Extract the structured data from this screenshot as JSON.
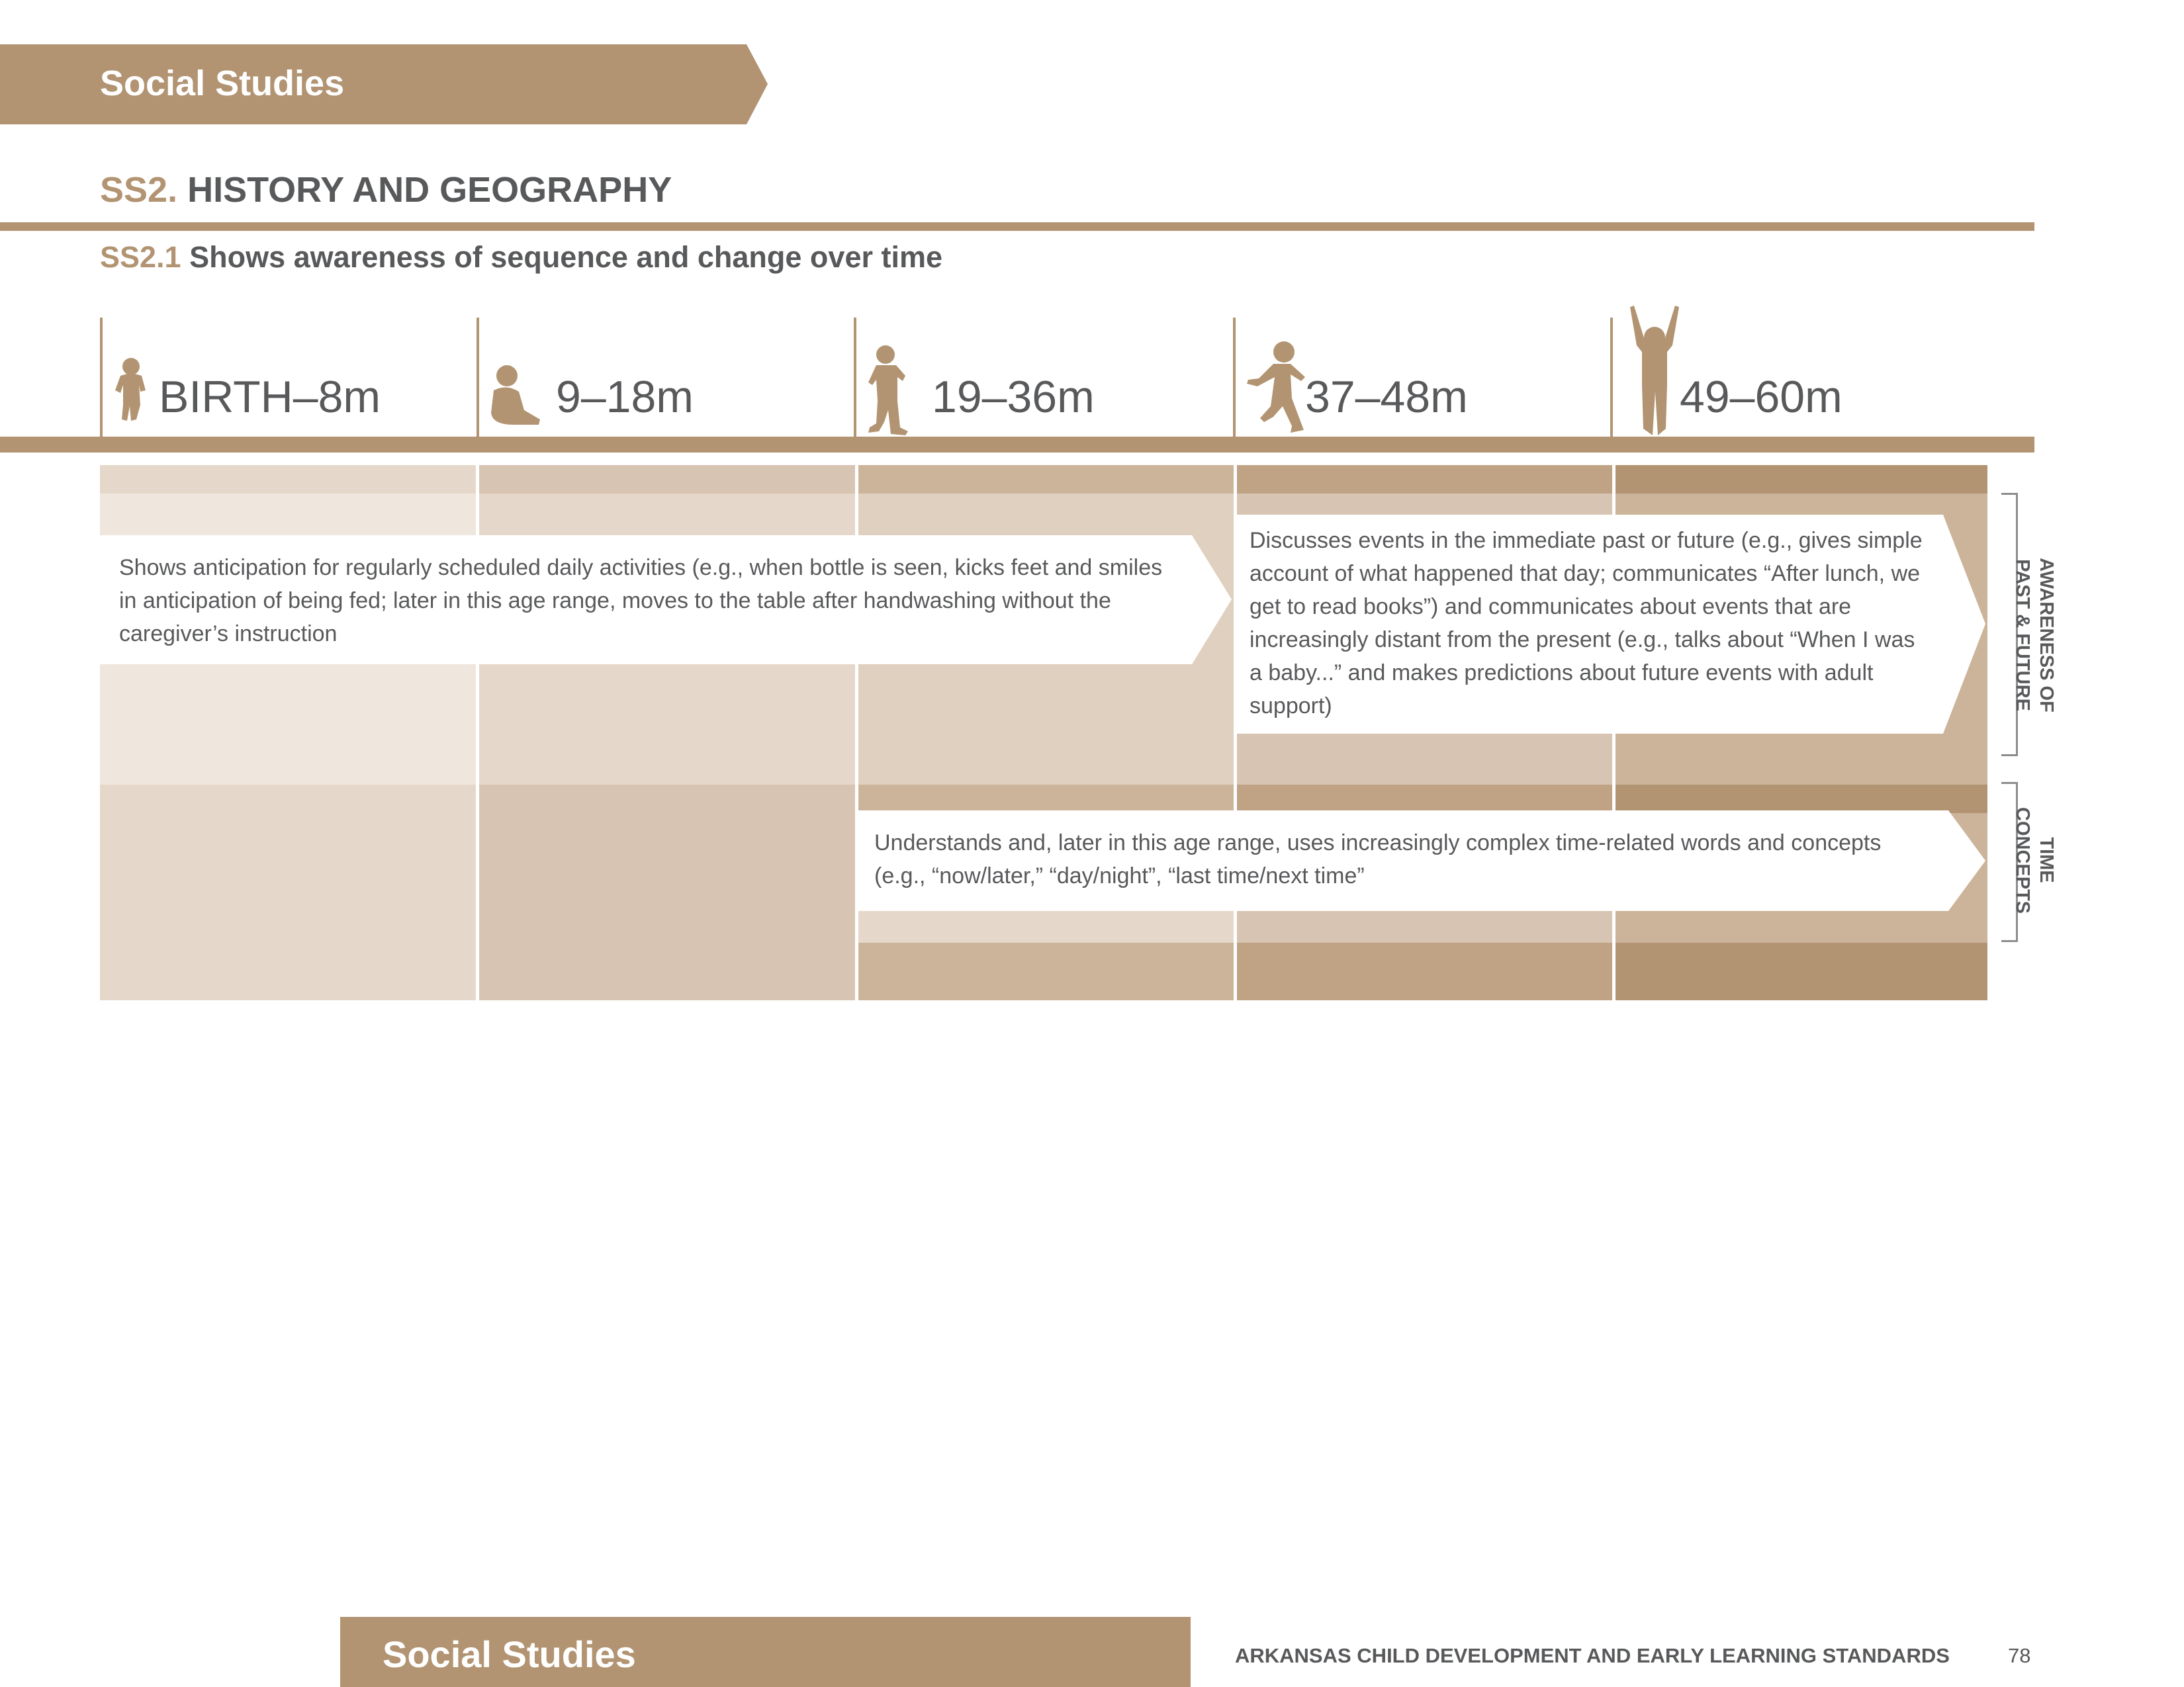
{
  "top_banner": {
    "label": "Social Studies"
  },
  "heading": {
    "code": "SS2.",
    "title": "HISTORY AND GEOGRAPHY"
  },
  "subheading": {
    "code": "SS2.1",
    "title": "Shows awareness of sequence and change over time"
  },
  "age_ranges": [
    "BIRTH–8m",
    "9–18m",
    "19–36m",
    "37–48m",
    "49–60m"
  ],
  "icons": [
    "infant-icon",
    "sitting-baby-icon",
    "toddler-icon",
    "running-child-icon",
    "child-arms-raised-icon"
  ],
  "indicators": {
    "awareness_past_future": {
      "label_line1": "AWARENESS OF",
      "label_line2": "PAST & FUTURE",
      "birth_to_18m": "Shows anticipation for regularly scheduled daily activities (e.g., when bottle is seen, kicks feet and smiles in anticipation of being fed; later in this age range, moves to the table after handwashing without the caregiver’s instruction",
      "37_to_60m": "Discusses events in the immediate past or future (e.g., gives simple account of what happened that day; communicates “After lunch, we get to read books”) and communicates about events that are increasingly distant from the present (e.g., talks about “When I was a baby...” and makes predictions about future events with adult support)"
    },
    "time_concepts": {
      "label_line1": "TIME",
      "label_line2": "CONCEPTS",
      "19_to_60m": "Understands and, later in this age range, uses increasingly complex time-related words and concepts (e.g., “now/later,” “day/night”, “last time/next time”"
    }
  },
  "colors": {
    "accent": "#b29472",
    "text": "#58595b",
    "col_shades": [
      "#e5d8ca",
      "#d8c4b2",
      "#ccb49a",
      "#bfa384",
      "#b29472"
    ]
  },
  "footer": {
    "bar_label": "Social Studies",
    "title": "ARKANSAS CHILD DEVELOPMENT AND EARLY LEARNING STANDARDS",
    "page": "78"
  }
}
